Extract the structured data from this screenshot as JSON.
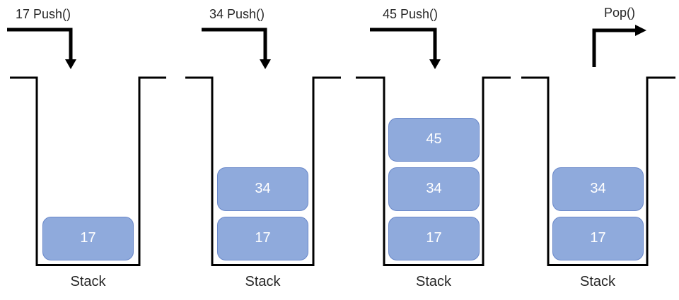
{
  "colors": {
    "box_fill": "#8FAADC",
    "box_border": "#6A88C9",
    "box_text": "#FFFFFF",
    "line": "#000000",
    "label_text": "#262626"
  },
  "panels": [
    {
      "operation": "17 Push()",
      "arrow": "push-arrow-down",
      "stack_label": "Stack",
      "items": [
        "17"
      ]
    },
    {
      "operation": "34 Push()",
      "arrow": "push-arrow-down",
      "stack_label": "Stack",
      "items": [
        "17",
        "34"
      ]
    },
    {
      "operation": "45 Push()",
      "arrow": "push-arrow-down",
      "stack_label": "Stack",
      "items": [
        "17",
        "34",
        "45"
      ]
    },
    {
      "operation": "Pop()",
      "arrow": "pop-arrow-up-right",
      "stack_label": "Stack",
      "items": [
        "17",
        "34"
      ]
    }
  ]
}
